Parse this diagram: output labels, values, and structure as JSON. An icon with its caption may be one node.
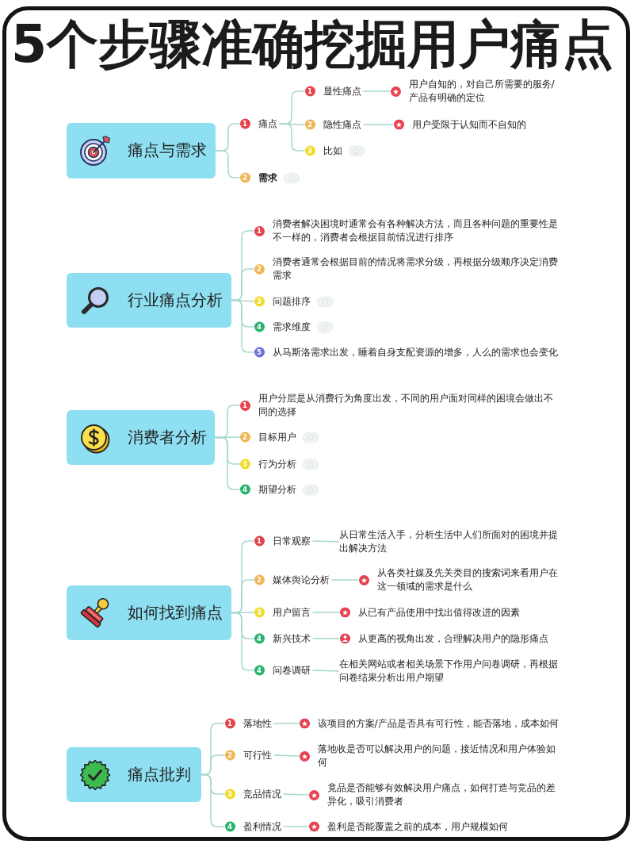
{
  "diagram": {
    "title": "5个步骤准确挖掘用户痛点",
    "nodes": [
      {
        "text": [
          "痛点与需求"
        ]
      },
      {
        "text": [
          "1",
          "痛点"
        ]
      },
      {
        "text": [
          "1",
          "显性痛点"
        ]
      },
      {
        "text": [
          "用户自知的，对自己所需要的服务/产品有明确的定位"
        ]
      },
      {
        "text": [
          "2",
          "隐性痛点"
        ]
      },
      {
        "text": [
          "用户受限于认知而不自知的"
        ]
      },
      {
        "text": [
          "3",
          "比如"
        ]
      },
      {
        "text": [
          "2",
          "需求"
        ]
      },
      {
        "text": [
          "行业痛点分析"
        ]
      },
      {
        "text": [
          "1",
          "消费者解决困境时通常会有各种解决方法，而且各种问题的重要性是不一样的，消费者会根据目前情况进行排序"
        ]
      },
      {
        "text": [
          "2",
          "消费者通常会根据目前的情况将需求分级，再根据分级顺序决定消费需求"
        ]
      },
      {
        "text": [
          "3",
          "问题排序"
        ]
      },
      {
        "text": [
          "4",
          "需求维度"
        ]
      },
      {
        "text": [
          "5",
          "从马斯洛需求出发，睡着自身支配资源的增多，人么的需求也会变化"
        ]
      },
      {
        "text": [
          "消费者分析"
        ]
      },
      {
        "text": [
          "1",
          "用户分层是从消费行为角度出发，不同的用户面对同样的困境会做出不同的选择"
        ]
      },
      {
        "text": [
          "2",
          "目标用户"
        ]
      },
      {
        "text": [
          "3",
          "行为分析"
        ]
      },
      {
        "text": [
          "4",
          "期望分析"
        ]
      },
      {
        "text": [
          "如何找到痛点"
        ]
      },
      {
        "text": [
          "1",
          "日常观察"
        ]
      },
      {
        "text": [
          "从日常生活入手，分析生活中人们所面对的困境并提出解决方法"
        ]
      },
      {
        "text": [
          "2",
          "媒体舆论分析"
        ]
      },
      {
        "text": [
          "从各类社媒及先关类目的搜索词来看用户在这一领域的需求是什么"
        ]
      },
      {
        "text": [
          "3",
          "用户留言"
        ]
      },
      {
        "text": [
          "从已有产品使用中找出值得改进的因素"
        ]
      },
      {
        "text": [
          "4",
          "新兴技术"
        ]
      },
      {
        "text": [
          "从更高的视角出发，合理解决用户的隐形痛点"
        ]
      },
      {
        "text": [
          "4",
          "问卷调研"
        ]
      },
      {
        "text": [
          "在相关网站或者相关场景下作用户问卷调研，再根据问卷结果分析出用户期望"
        ]
      },
      {
        "text": [
          "痛点批判"
        ]
      },
      {
        "text": [
          "1",
          "落地性"
        ]
      },
      {
        "text": [
          "该项目的方案/产品是否具有可行性，能否落地，成本如何"
        ]
      },
      {
        "text": [
          "2",
          "可行性"
        ]
      },
      {
        "text": [
          "落地收是否可以解决用户的问题，接近情况和用户体验如何"
        ]
      },
      {
        "text": [
          "3",
          "竞品情况"
        ]
      },
      {
        "text": [
          "竟品是否能够有效解决用户痛点，如何打造与竞品的差异化，吸引消费者"
        ]
      },
      {
        "text": [
          "4",
          "盈利情况"
        ]
      },
      {
        "text": [
          "盈利是否能覆盖之前的成本，用户规模如何"
        ]
      }
    ],
    "edges": [
      {
        "from": 0,
        "to": 1,
        "arrow": "none"
      },
      {
        "from": 1,
        "to": 2,
        "arrow": "none"
      },
      {
        "from": 2,
        "to": 3,
        "arrow": "none"
      },
      {
        "from": 1,
        "to": 4,
        "arrow": "none"
      },
      {
        "from": 4,
        "to": 5,
        "arrow": "none"
      },
      {
        "from": 1,
        "to": 6,
        "arrow": "none"
      },
      {
        "from": 0,
        "to": 7,
        "arrow": "none"
      },
      {
        "from": 8,
        "to": 9,
        "arrow": "none"
      },
      {
        "from": 8,
        "to": 10,
        "arrow": "none"
      },
      {
        "from": 8,
        "to": 11,
        "arrow": "none"
      },
      {
        "from": 8,
        "to": 12,
        "arrow": "none"
      },
      {
        "from": 8,
        "to": 13,
        "arrow": "none"
      },
      {
        "from": 14,
        "to": 15,
        "arrow": "none"
      },
      {
        "from": 14,
        "to": 16,
        "arrow": "none"
      },
      {
        "from": 14,
        "to": 17,
        "arrow": "none"
      },
      {
        "from": 14,
        "to": 18,
        "arrow": "none"
      },
      {
        "from": 19,
        "to": 20,
        "arrow": "none"
      },
      {
        "from": 20,
        "to": 21,
        "arrow": "none"
      },
      {
        "from": 19,
        "to": 22,
        "arrow": "none"
      },
      {
        "from": 22,
        "to": 23,
        "arrow": "none"
      },
      {
        "from": 19,
        "to": 24,
        "arrow": "none"
      },
      {
        "from": 24,
        "to": 25,
        "arrow": "none"
      },
      {
        "from": 19,
        "to": 26,
        "arrow": "none"
      },
      {
        "from": 26,
        "to": 27,
        "arrow": "none"
      },
      {
        "from": 19,
        "to": 28,
        "arrow": "none"
      },
      {
        "from": 28,
        "to": 29,
        "arrow": "none"
      },
      {
        "from": 30,
        "to": 31,
        "arrow": "none"
      },
      {
        "from": 31,
        "to": 32,
        "arrow": "none"
      },
      {
        "from": 30,
        "to": 33,
        "arrow": "none"
      },
      {
        "from": 33,
        "to": 34,
        "arrow": "none"
      },
      {
        "from": 30,
        "to": 35,
        "arrow": "none"
      },
      {
        "from": 35,
        "to": 36,
        "arrow": "none"
      },
      {
        "from": 30,
        "to": 37,
        "arrow": "none"
      },
      {
        "from": 37,
        "to": 38,
        "arrow": "none"
      }
    ]
  }
}
